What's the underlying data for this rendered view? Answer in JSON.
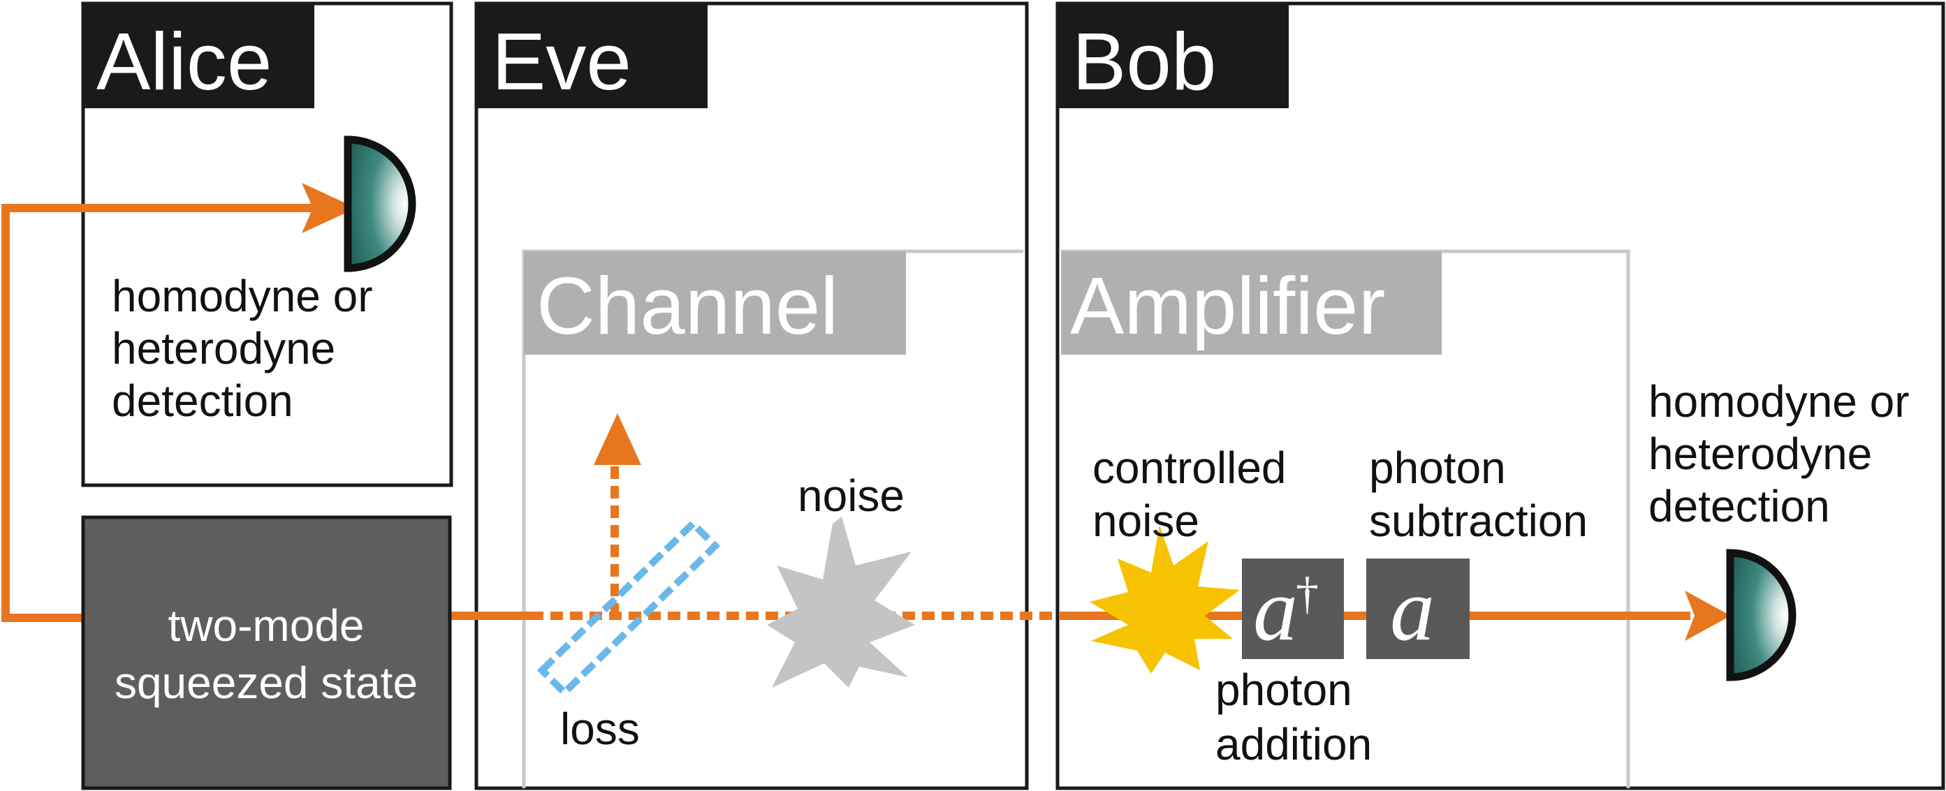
{
  "panels": {
    "alice": "Alice",
    "eve": "Eve",
    "bob": "Bob",
    "channel": "Channel",
    "amplifier": "Amplifier"
  },
  "alice_detector": {
    "line1": "homodyne or",
    "line2": "heterodyne",
    "line3": "detection"
  },
  "source": {
    "line1": "two-mode",
    "line2": "squeezed state"
  },
  "channel_elements": {
    "loss": "loss",
    "noise": "noise"
  },
  "amplifier_elements": {
    "controlled_noise_line1": "controlled",
    "controlled_noise_line2": "noise",
    "creation_operator": "a",
    "creation_dagger": "†",
    "annihilation_operator": "a",
    "photon_addition_line1": "photon",
    "photon_addition_line2": "addition",
    "photon_subtraction_line1": "photon",
    "photon_subtraction_line2": "subtraction"
  },
  "bob_detector": {
    "line1": "homodyne or",
    "line2": "heterodyne",
    "line3": "detection"
  },
  "colors": {
    "beam": "#e8761e",
    "loss_splitter": "#6ab8e8",
    "noise": "#c4c4c4",
    "controlled_noise": "#f7c300",
    "detector_fill": "#2f7a70",
    "operator_box": "#5a5959",
    "source_box": "#5f5e5e",
    "inner_panel_header": "#b0b0b0",
    "panel_header": "#1c1a19"
  }
}
